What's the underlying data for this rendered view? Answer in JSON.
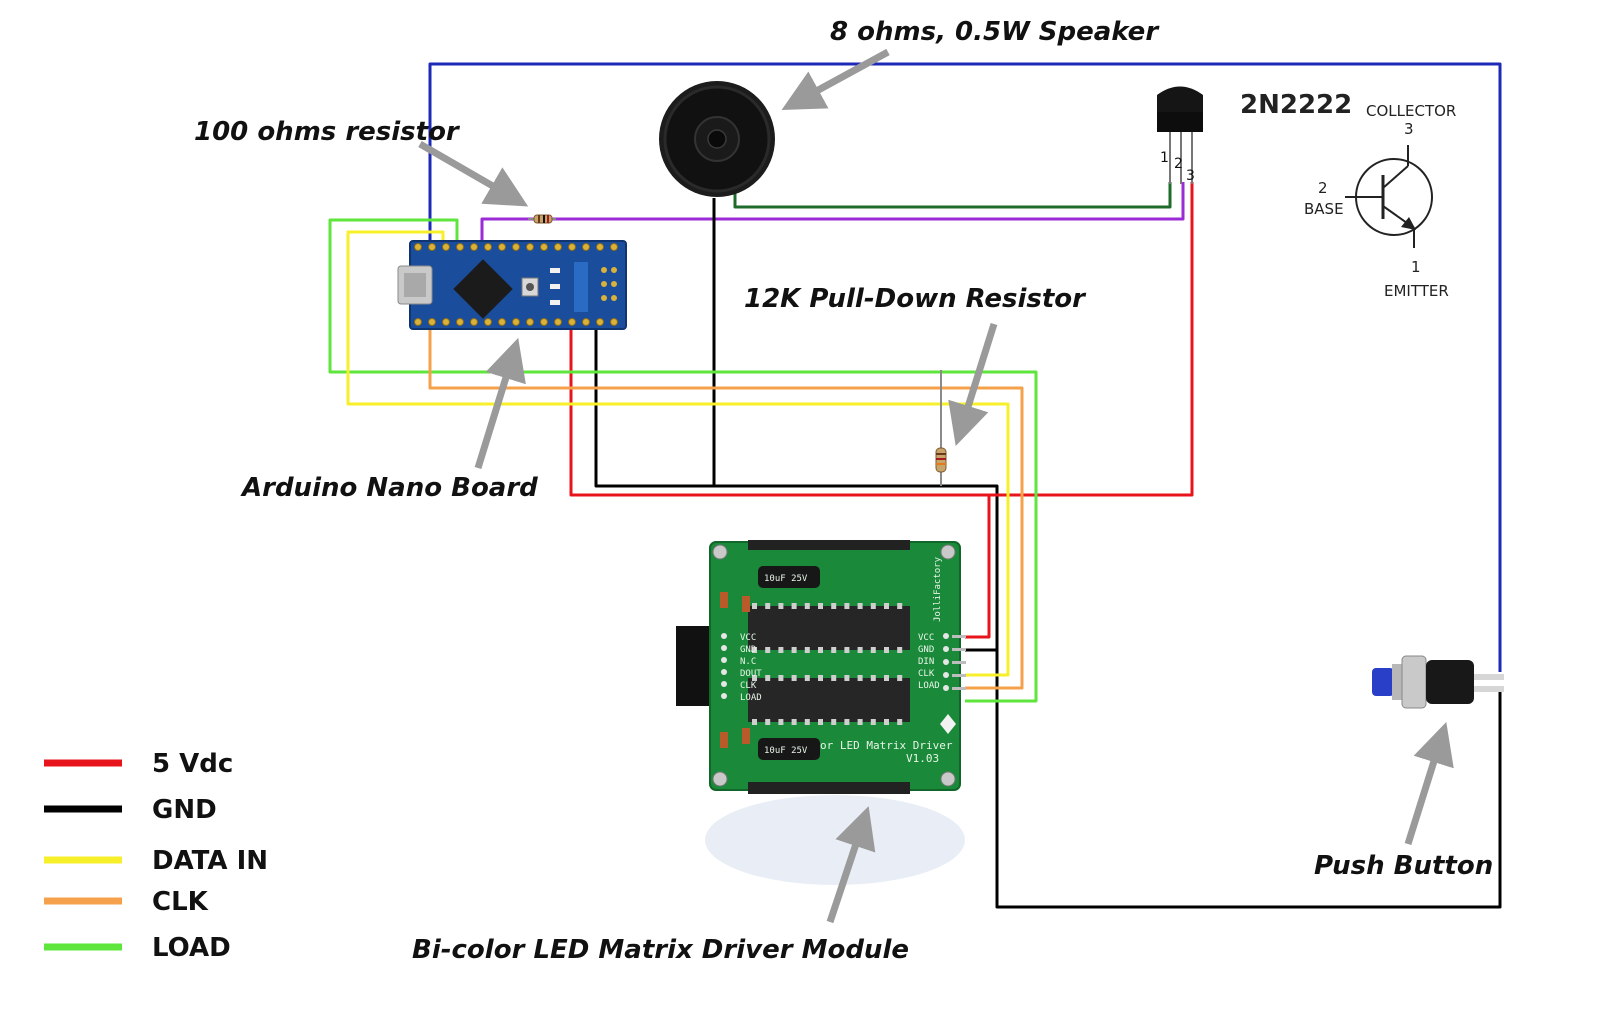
{
  "labels": {
    "speaker": "8 ohms, 0.5W Speaker",
    "resistor_100": "100 ohms resistor",
    "pulldown": "12K Pull-Down Resistor",
    "arduino": "Arduino Nano Board",
    "driver": "Bi-color LED Matrix Driver Module",
    "push_button": "Push Button"
  },
  "transistor": {
    "part": "2N2222",
    "collector": "COLLECTOR",
    "collector_pin": "3",
    "base": "BASE",
    "base_pin": "2",
    "emitter": "EMITTER",
    "emitter_pin": "1",
    "lead_1": "1",
    "lead_2": "2",
    "lead_3": "3"
  },
  "driver_board": {
    "pins_left": [
      "VCC",
      "GND",
      "N.C",
      "DOUT",
      "CLK",
      "LOAD"
    ],
    "pins_right": [
      "VCC",
      "GND",
      "DIN",
      "CLK",
      "LOAD"
    ],
    "brand": "JolliFactory",
    "title_line1": "or LED Matrix Driver",
    "title_line2": "V1.03",
    "cap_text": "10uF 25V"
  },
  "legend": [
    {
      "label": "5 Vdc",
      "color": "#e8141b"
    },
    {
      "label": "GND",
      "color": "#000000"
    },
    {
      "label": "DATA IN",
      "color": "#f7ef2a"
    },
    {
      "label": "CLK",
      "color": "#f5a04a"
    },
    {
      "label": "LOAD",
      "color": "#5fe63c"
    }
  ],
  "wire_colors": {
    "vcc": "#e8141b",
    "gnd": "#000000",
    "data_in": "#f7ef2a",
    "clk": "#f5a04a",
    "load": "#5fe63c",
    "button": "#1d2ab8",
    "base": "#9b2bd6",
    "collector": "#1f6b2a"
  }
}
